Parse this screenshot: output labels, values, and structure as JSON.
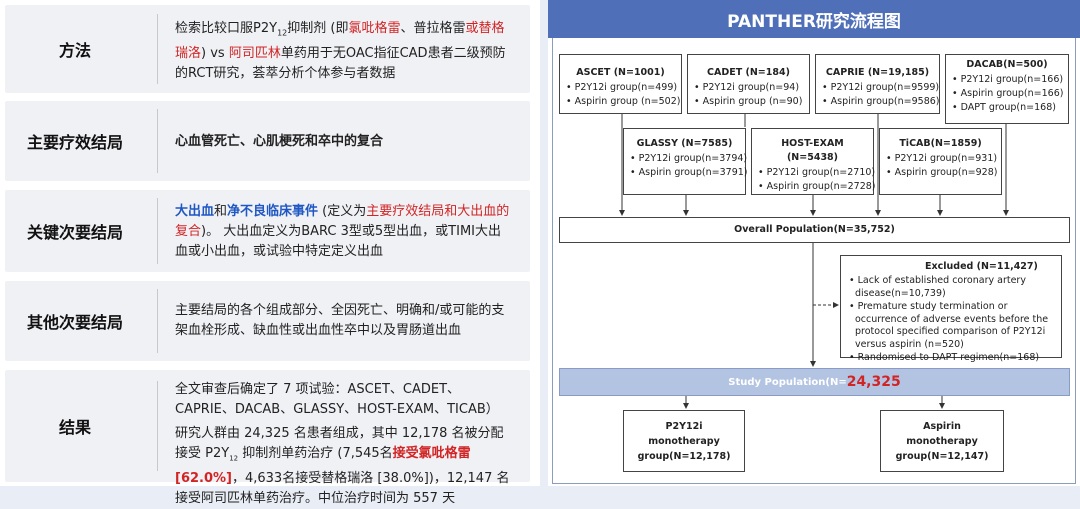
{
  "left": {
    "methods": {
      "label": "方法",
      "t1": "检索比较口服P2Y",
      "t1_sub": "12",
      "t2": "抑制剂 (即",
      "t3": "氯吡格雷",
      "t4": "、普拉格雷",
      "t5": "或替格瑞洛",
      "t6": ") vs ",
      "t7": "阿司匹林",
      "t8": "单药用于无OAC指征CAD患者二级预防的RCT研究，荟萃分析个体参与者数据"
    },
    "primary": {
      "label": "主要疗效结局",
      "text": "心血管死亡、心肌梗死和卒中的复合"
    },
    "key_secondary": {
      "label": "关键次要结局",
      "t1": "大出血",
      "t2": "和",
      "t3": "净不良临床事件",
      "t4": " (定义为",
      "t5": "主要疗效结局和大出血的复合",
      "t6": ")。 大出血定义为BARC 3型或5型出血，或TIMI大出血或小出血，或试验中特定定义出血"
    },
    "other_secondary": {
      "label": "其他次要结局",
      "text": "主要结局的各个组成部分、全因死亡、明确和/或可能的支架血栓形成、缺血性或出血性卒中以及胃肠道出血"
    },
    "results": {
      "label": "结果",
      "p1": "全文审查后确定了 7 项试验：ASCET、CADET、CAPRIE、DACAB、GLASSY、HOST-EXAM、TICAB）",
      "p2a": "研究人群由 24,325 名患者组成，其中 12,178 名被分配接受 P2Y",
      "p2_sub": "12",
      "p2b": " 抑制剂单药治疗 (7,545名",
      "p2c": "接受氯吡格雷 [62.0%]",
      "p2d": "，4,633名接受替格瑞洛 [38.0%])，12,147 名接受阿司匹林单药治疗。中位治疗时间为 557 天"
    }
  },
  "flow": {
    "title": "PANTHER研究流程图",
    "trials_top": [
      {
        "name": "ASCET (N=1001)",
        "lines": [
          "P2Y12i group(n=499)",
          "Aspirin group (n=502)"
        ]
      },
      {
        "name": "CADET (N=184)",
        "lines": [
          "P2Y12i group(n=94)",
          "Aspirin group (n=90)"
        ]
      },
      {
        "name": "CAPRIE (N=19,185)",
        "lines": [
          "P2Y12i group(n=9599)",
          "Aspirin group(n=9586)"
        ]
      },
      {
        "name": "DACAB(N=500)",
        "lines": [
          "P2Y12i group(n=166)",
          "Aspirin group(n=166)",
          "DAPT group(n=168)"
        ]
      }
    ],
    "trials_mid": [
      {
        "name": "GLASSY (N=7585)",
        "lines": [
          "P2Y12i group(n=3794)",
          "Aspirin group(n=3791)"
        ]
      },
      {
        "name": "HOST-EXAM (N=5438)",
        "lines": [
          "P2Y12i group(n=2710)",
          "Aspirin group(n=2728)"
        ]
      },
      {
        "name": "TiCAB(N=1859)",
        "lines": [
          "P2Y12i group(n=931)",
          "Aspirin group(n=928)"
        ]
      }
    ],
    "overall": "Overall Population(N=35,752)",
    "excluded": {
      "title": "Excluded (N=11,427)",
      "items": [
        "Lack of established coronary artery disease(n=10,739)",
        "Premature study termination or occurrence of adverse events before the protocol specified comparison of P2Y12i versus aspirin (n=520)",
        "Randomised to DAPT regimen(n=168)"
      ]
    },
    "study_label": "Study Population(N=",
    "study_num": "24,325",
    "arm1": "P2Y12i monotherapy group(N=12,178)",
    "arm2": "Aspirin monotherapy group(N=12,147)"
  },
  "colors": {
    "header": "#4f6fb9",
    "study": "#b3c3e2",
    "blue": "#1f57c3",
    "red": "#d12525"
  },
  "bullet": "•"
}
